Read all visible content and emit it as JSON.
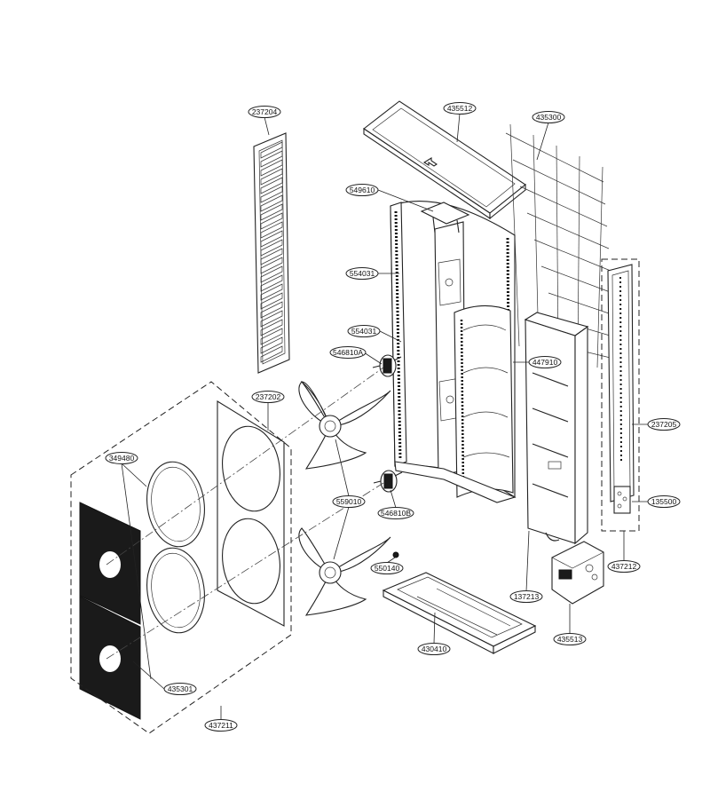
{
  "parts": [
    {
      "id": "p237204",
      "label": "237204"
    },
    {
      "id": "p435512",
      "label": "435512"
    },
    {
      "id": "p435300",
      "label": "435300"
    },
    {
      "id": "p549610",
      "label": "549610"
    },
    {
      "id": "p554031a",
      "label": "554031"
    },
    {
      "id": "p554031b",
      "label": "554031"
    },
    {
      "id": "p546810a",
      "label": "546810A"
    },
    {
      "id": "p447910",
      "label": "447910"
    },
    {
      "id": "p237202",
      "label": "237202"
    },
    {
      "id": "p237205",
      "label": "237205"
    },
    {
      "id": "p349480",
      "label": "349480"
    },
    {
      "id": "p559010",
      "label": "559010"
    },
    {
      "id": "p546810b",
      "label": "546810B"
    },
    {
      "id": "p135500",
      "label": "135500"
    },
    {
      "id": "p550140",
      "label": "550140"
    },
    {
      "id": "p437212",
      "label": "437212"
    },
    {
      "id": "p137213",
      "label": "137213"
    },
    {
      "id": "p430410",
      "label": "430410"
    },
    {
      "id": "p435513",
      "label": "435513"
    },
    {
      "id": "p435301",
      "label": "435301"
    },
    {
      "id": "p437211",
      "label": "437211"
    }
  ]
}
